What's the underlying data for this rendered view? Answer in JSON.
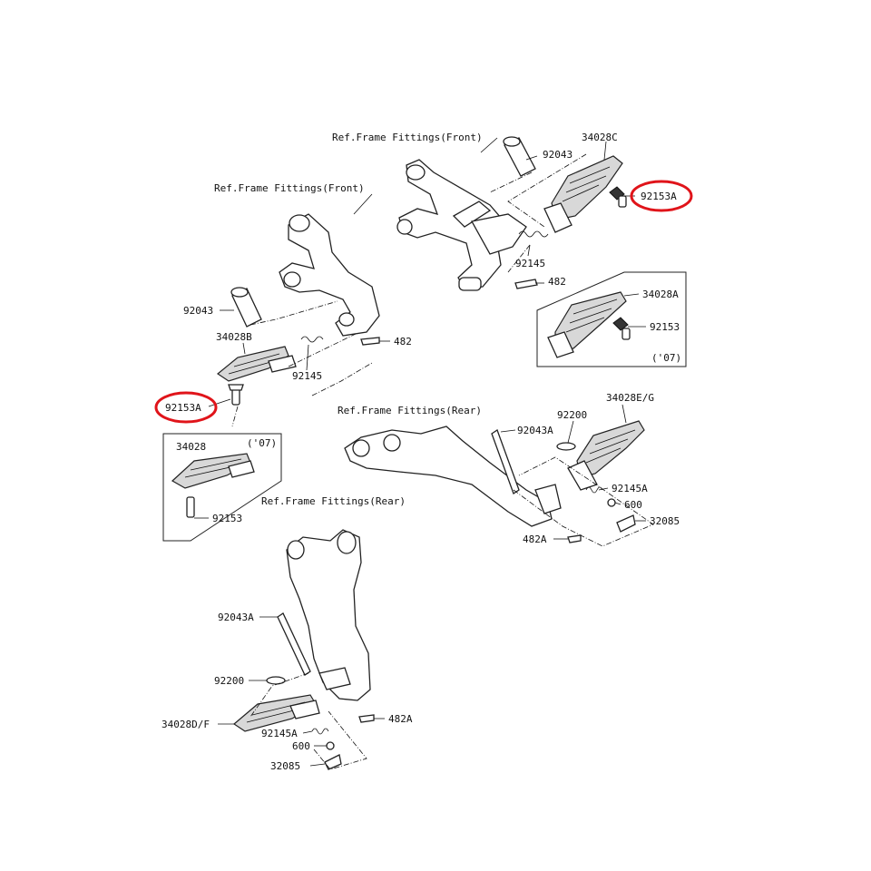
{
  "refs": {
    "front_left": "Ref.Frame Fittings(Front)",
    "front_right": "Ref.Frame Fittings(Front)",
    "rear_top": "Ref.Frame Fittings(Rear)",
    "rear_bottom": "Ref.Frame Fittings(Rear)"
  },
  "labels": {
    "p92043_r": "92043",
    "p34028C": "34028C",
    "p92153A_r": "92153A",
    "p92145_r": "92145",
    "p482_r": "482",
    "p34028A": "34028A",
    "p92153_r": "92153",
    "y07_r": "('07)",
    "p92043_l": "92043",
    "p34028B": "34028B",
    "p482_l": "482",
    "p92145_l": "92145",
    "p92153A_l": "92153A",
    "p34028": "34028",
    "y07_l": "('07)",
    "p92153_l": "92153",
    "p92043A_r": "92043A",
    "p92200_r": "92200",
    "p34028EG": "34028E/G",
    "p92145A_r": "92145A",
    "p600_r": "600",
    "p32085_r": "32085",
    "p482A_r": "482A",
    "p92043A_b": "92043A",
    "p92200_b": "92200",
    "p34028DF": "34028D/F",
    "p92145A_b": "92145A",
    "p600_b": "600",
    "p32085_b": "32085",
    "p482A_b": "482A"
  },
  "highlight_color": "#e0141a"
}
